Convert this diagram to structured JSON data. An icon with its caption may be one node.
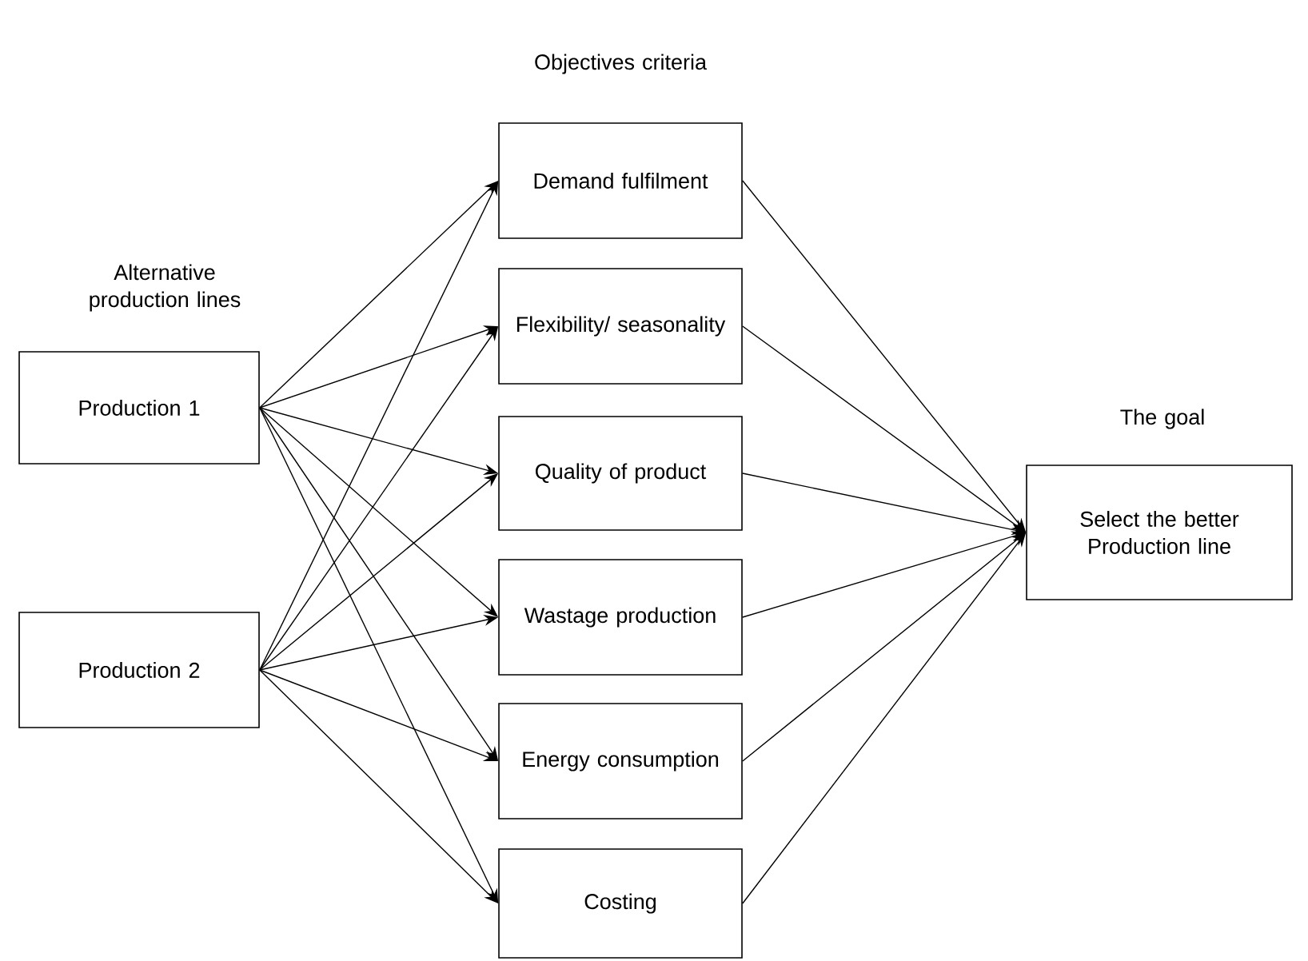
{
  "diagram": {
    "nodes": [
      {
        "text": [
          "Production 1"
        ]
      },
      {
        "text": [
          "Production 2"
        ]
      },
      {
        "text": [
          "Demand fulfilment"
        ]
      },
      {
        "text": [
          "Flexibility/ seasonality"
        ]
      },
      {
        "text": [
          "Quality of product"
        ]
      },
      {
        "text": [
          "Wastage production"
        ]
      },
      {
        "text": [
          "Energy consumption"
        ]
      },
      {
        "text": [
          "Costing"
        ]
      },
      {
        "text": [
          "Select the better Production line"
        ]
      }
    ],
    "edges": [
      {
        "from": 0,
        "to": 2,
        "arrow": "to"
      },
      {
        "from": 0,
        "to": 3,
        "arrow": "to"
      },
      {
        "from": 0,
        "to": 4,
        "arrow": "to"
      },
      {
        "from": 0,
        "to": 5,
        "arrow": "to"
      },
      {
        "from": 0,
        "to": 6,
        "arrow": "to"
      },
      {
        "from": 0,
        "to": 7,
        "arrow": "to"
      },
      {
        "from": 1,
        "to": 2,
        "arrow": "to"
      },
      {
        "from": 1,
        "to": 3,
        "arrow": "to"
      },
      {
        "from": 1,
        "to": 4,
        "arrow": "to"
      },
      {
        "from": 1,
        "to": 5,
        "arrow": "to"
      },
      {
        "from": 1,
        "to": 6,
        "arrow": "to"
      },
      {
        "from": 1,
        "to": 7,
        "arrow": "to"
      },
      {
        "from": 2,
        "to": 8,
        "arrow": "to"
      },
      {
        "from": 3,
        "to": 8,
        "arrow": "to"
      },
      {
        "from": 4,
        "to": 8,
        "arrow": "to"
      },
      {
        "from": 5,
        "to": 8,
        "arrow": "to"
      },
      {
        "from": 6,
        "to": 8,
        "arrow": "to"
      },
      {
        "from": 7,
        "to": 8,
        "arrow": "to"
      }
    ],
    "labels": [
      "Objectives criteria",
      "Alternative production lines",
      "The goal"
    ]
  }
}
